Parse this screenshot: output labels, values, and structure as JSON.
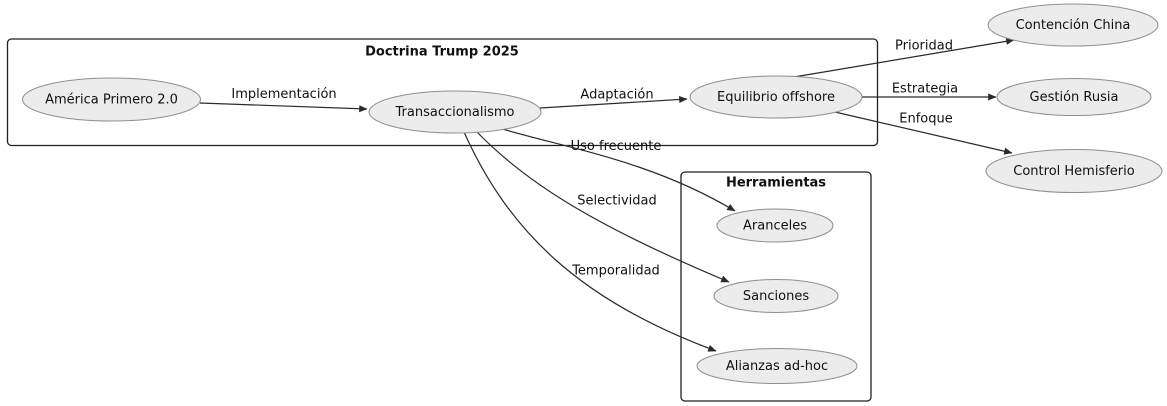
{
  "diagram": {
    "clusters": {
      "doctrina": {
        "title": "Doctrina Trump 2025"
      },
      "herramientas": {
        "title": "Herramientas"
      }
    },
    "nodes": {
      "america": {
        "label": "América Primero 2.0"
      },
      "transaccionalismo": {
        "label": "Transaccionalismo"
      },
      "equilibrio": {
        "label": "Equilibrio offshore"
      },
      "contencion": {
        "label": "Contención China"
      },
      "gestion": {
        "label": "Gestión Rusia"
      },
      "control": {
        "label": "Control Hemisferio"
      },
      "aranceles": {
        "label": "Aranceles"
      },
      "sanciones": {
        "label": "Sanciones"
      },
      "alianzas": {
        "label": "Alianzas ad-hoc"
      }
    },
    "edges": {
      "implementacion": {
        "from": "america",
        "to": "transaccionalismo",
        "label": "Implementación"
      },
      "adaptacion": {
        "from": "transaccionalismo",
        "to": "equilibrio",
        "label": "Adaptación"
      },
      "prioridad": {
        "from": "equilibrio",
        "to": "contencion",
        "label": "Prioridad"
      },
      "estrategia": {
        "from": "equilibrio",
        "to": "gestion",
        "label": "Estrategia"
      },
      "enfoque": {
        "from": "equilibrio",
        "to": "control",
        "label": "Enfoque"
      },
      "uso_frecuente": {
        "from": "transaccionalismo",
        "to": "aranceles",
        "label": "Uso frecuente"
      },
      "selectividad": {
        "from": "transaccionalismo",
        "to": "sanciones",
        "label": "Selectividad"
      },
      "temporalidad": {
        "from": "transaccionalismo",
        "to": "alianzas",
        "label": "Temporalidad"
      }
    },
    "colors": {
      "node_fill": "#ececec",
      "node_stroke": "#8f8f8f",
      "cluster_fill": "#ffffff",
      "cluster_stroke": "#1f1f1f",
      "edge_stroke": "#2a2a2a",
      "text_color": "#111111",
      "background": "#ffffff"
    }
  }
}
